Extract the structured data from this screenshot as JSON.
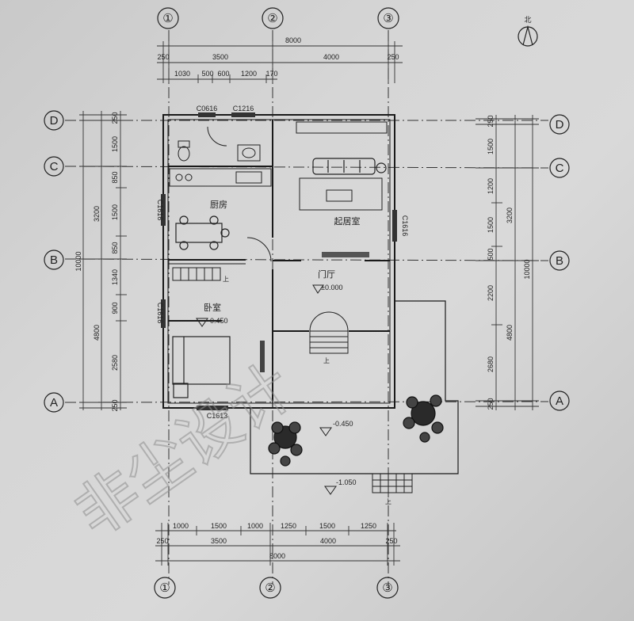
{
  "north_label": "北",
  "axes": {
    "columns": [
      "①",
      "②",
      "③"
    ],
    "rows": [
      "Ⓐ",
      "Ⓑ",
      "Ⓒ",
      "Ⓓ"
    ]
  },
  "dimensions": {
    "top_total": "8000",
    "top_mid": [
      "250",
      "3500",
      "4000",
      "250"
    ],
    "top_detail": [
      "1030",
      "500",
      "600",
      "1200",
      "170"
    ],
    "bottom_detail": [
      "1000",
      "1500",
      "1000",
      "1250",
      "1500",
      "1250"
    ],
    "bottom_mid": [
      "250",
      "3500",
      "4000",
      "250"
    ],
    "bottom_total": "8000",
    "left_inner": [
      "250",
      "1500",
      "850",
      "1500",
      "850",
      "1340",
      "900",
      "2580",
      "250"
    ],
    "left_mid": [
      "3200",
      "4800"
    ],
    "left_total": "10000",
    "right_inner": [
      "250",
      "1500",
      "1200",
      "1500",
      "500",
      "2200",
      "2680",
      "250"
    ],
    "right_mid": [
      "3200",
      "4800"
    ],
    "right_total": "10000"
  },
  "windows": [
    "C0616",
    "C1216",
    "C1616",
    "C1616",
    "C1616",
    "C1613"
  ],
  "rooms": {
    "kitchen": "厨房",
    "living": "起居室",
    "entry": "门厅",
    "bedroom": "卧室"
  },
  "levels": {
    "entry": "±0.000",
    "bedroom": "-0.450",
    "terrace": "-0.450",
    "ground": "-1.050"
  },
  "stair_up": "上",
  "watermark": "非尘设计"
}
